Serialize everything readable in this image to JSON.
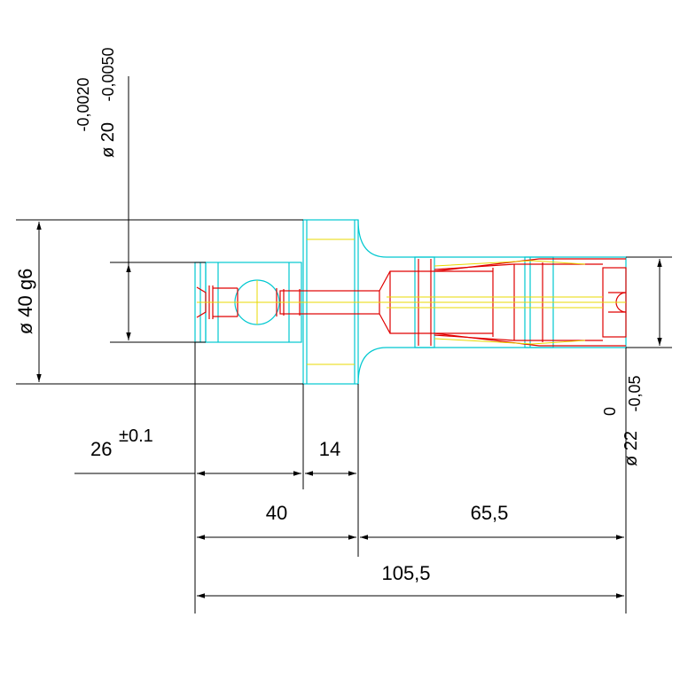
{
  "drawing": {
    "dimensions": {
      "dia_40": "ø 40 g6",
      "dia_20": "ø 20",
      "dia_20_tol_upper": "-0,0020",
      "dia_20_tol_lower": "-0,0050",
      "dia_22": "ø 22",
      "dia_22_tol_upper": "0",
      "dia_22_tol_lower": "-0,05",
      "len_26": "26",
      "len_26_tol": "±0.1",
      "len_14": "14",
      "len_40": "40",
      "len_65_5": "65,5",
      "len_105_5": "105,5"
    },
    "colors": {
      "outline": "#00c8d0",
      "hidden": "#e00000",
      "center": "#e8d800",
      "dimension": "#000000"
    }
  }
}
